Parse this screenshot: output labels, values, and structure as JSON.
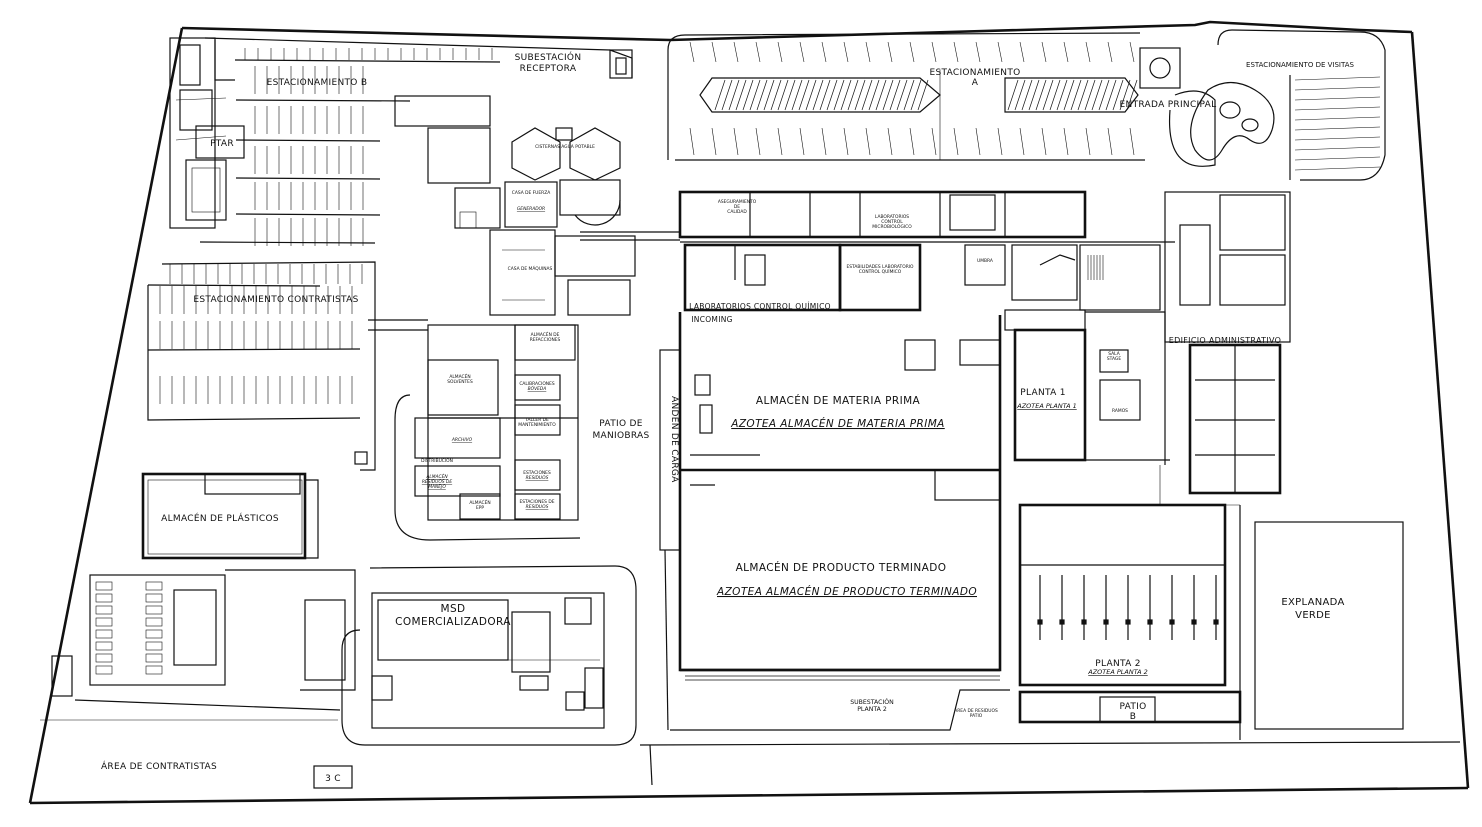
{
  "plan": {
    "labels": {
      "subestacion_receptora": [
        "SUBESTACIÓN",
        "RECEPTORA"
      ],
      "estacionamiento_b": "ESTACIONAMIENTO B",
      "ptar": "PTAR",
      "cisternas": "CISTERNAS AGUA POTABLE",
      "casa_fuerza": "CASA DE FUERZA",
      "generador": "GENERADOR",
      "casa_maquinas": "CASA DE MÁQUINAS",
      "estacionamiento_contratistas": "ESTACIONAMIENTO CONTRATISTAS",
      "almacen_refacciones": [
        "ALMACÉN DE",
        "REFACCIONES"
      ],
      "almacen_solventes": [
        "ALMACÉN",
        "SOLVENTES"
      ],
      "calibraciones": [
        "CALIBRACIONES",
        "BÓVEDA"
      ],
      "taller_mantenimiento": [
        "TALLER DE",
        "MANTENIMIENTO"
      ],
      "archivo": "ARCHIVO",
      "distribucion": "DISTRIBUCIÓN",
      "estaciones_residuos": [
        "ESTACIONES",
        "RESIDUOS"
      ],
      "almacen_epp": [
        "ALMACÉN",
        "EPP"
      ],
      "estaciones_de": [
        "ESTACIONES DE",
        "RESIDUOS"
      ],
      "almacen_residuos": [
        "ALMACÉN",
        "RESIDUOS DE",
        "MANEJO"
      ],
      "patio_maniobras": [
        "PATIO DE",
        "MANIOBRAS"
      ],
      "almacen_plasticos": "ALMACÉN DE PLÁSTICOS",
      "msd": [
        "MSD",
        "COMERCIALIZADORA"
      ],
      "area_contratistas": "ÁREA DE CONTRATISTAS",
      "estacionamiento_a": [
        "ESTACIONAMIENTO",
        "A"
      ],
      "entrada_principal": "ENTRADA PRINCIPAL",
      "estacionamiento_visitas": "ESTACIONAMIENTO DE VISITAS",
      "aseguramiento_calidad": [
        "ASEGURAMIENTO",
        "DE",
        "CALIDAD"
      ],
      "laboratorios_micro": [
        "LABORATORIOS",
        "CONTROL",
        "MICROBIOLÓGICO"
      ],
      "estabilidades": [
        "ESTABILIDADES LABORATORIO",
        "CONTROL QUÍMICO"
      ],
      "umbra": "UMBRA",
      "laboratorios_control": "LABORATORIOS CONTROL QUÍMICO",
      "incoming": "INCOMING",
      "almacen_mp": "ALMACÉN DE MATERIA PRIMA",
      "azotea_mp": "AZOTEA ALMACÉN DE MATERIA PRIMA",
      "anden": "ANDÉN DE CARGA",
      "planta1": "PLANTA 1",
      "azotea_planta1": "AZOTEA PLANTA 1",
      "sala_stage": [
        "SALA",
        "STAGE"
      ],
      "ramos": "RAMOS",
      "edificio_admin": "EDIFICIO ADMINISTRATIVO",
      "almacen_pt": "ALMACÉN DE  PRODUCTO TERMINADO",
      "azotea_pt": "AZOTEA ALMACÉN DE  PRODUCTO TERMINADO",
      "explanada": [
        "EXPLANADA",
        "VERDE"
      ],
      "planta2": "PLANTA 2",
      "azotea_planta2": "AZOTEA PLANTA 2",
      "subestacion_planta2": [
        "SUBESTACIÓN",
        "PLANTA 2"
      ],
      "area_residuos_patio": [
        "ÁREA DE RESIDUOS",
        "PATIO"
      ],
      "patio_b": [
        "PATIO",
        "B"
      ],
      "casita": "3 C"
    }
  }
}
